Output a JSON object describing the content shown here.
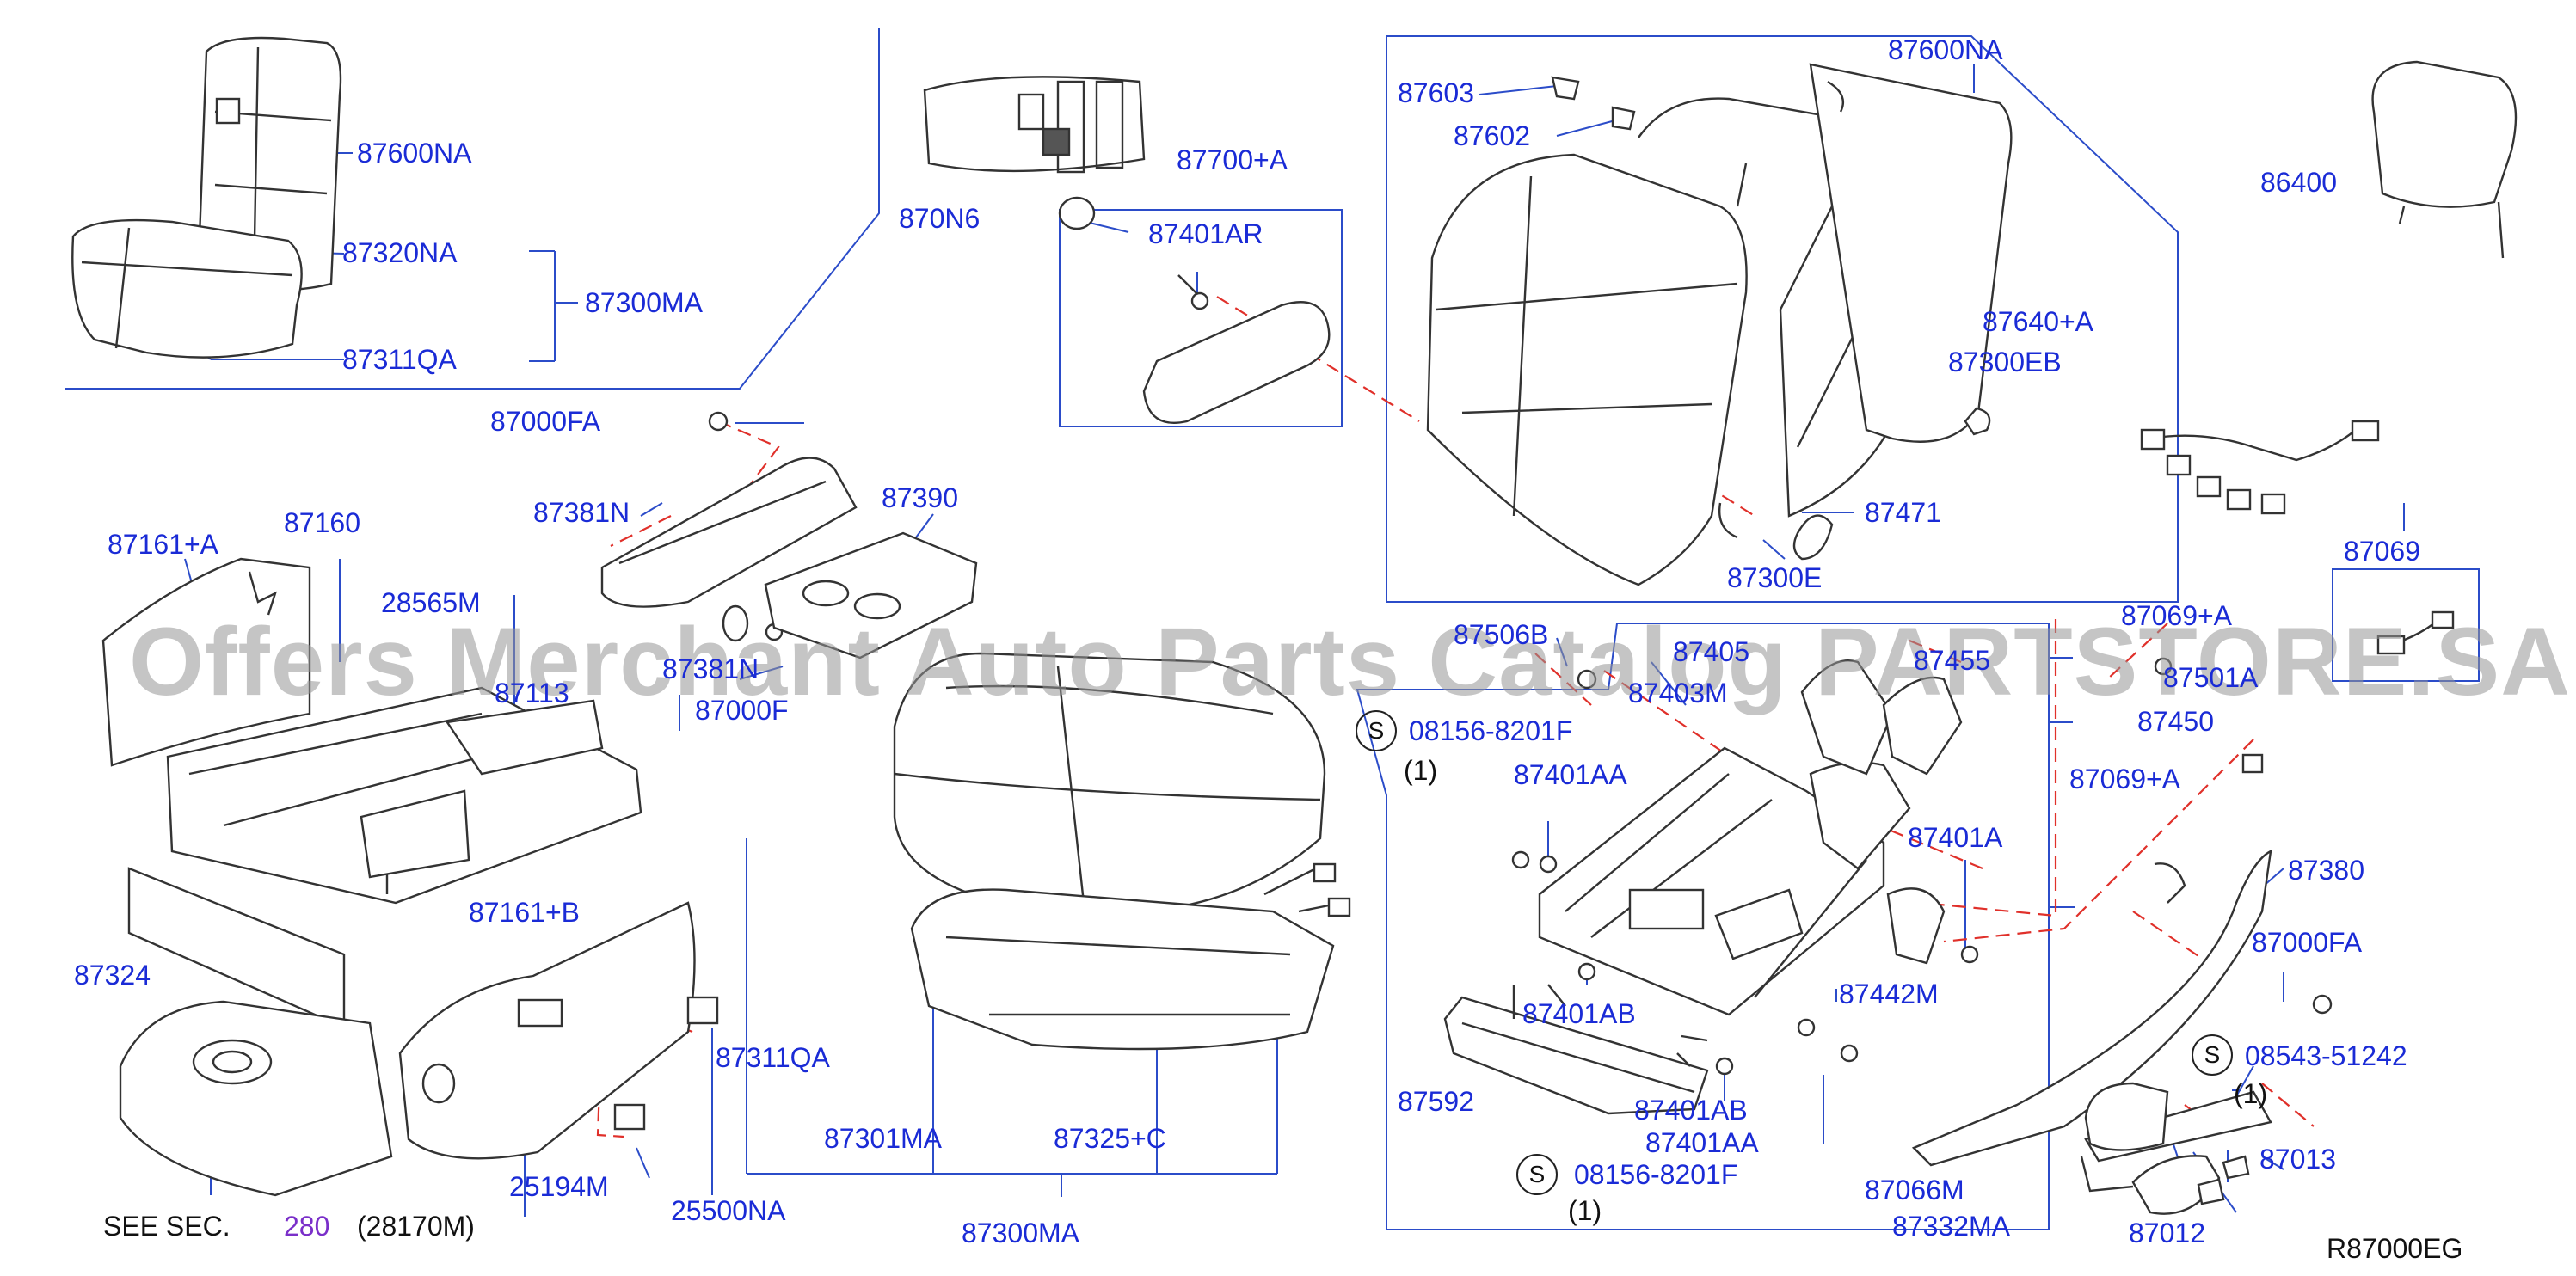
{
  "diagram": {
    "ref_code": "R87000EG",
    "watermark": "Offers Merchant Auto Parts Catalog PARTSTORE.SA",
    "colors": {
      "label": "#1a2bd6",
      "leader": "#2b4cc9",
      "dash": "#e0302a",
      "line": "#333333",
      "watermark": "#969696"
    },
    "see_section": {
      "prefix": "SEE   SEC.",
      "number": "280",
      "suffix": "(28170M)"
    },
    "s_symbol": "S",
    "qty": "(1)",
    "parts": [
      "87600NA",
      "87320NA",
      "87300MA",
      "87311QA",
      "870N6",
      "87700+A",
      "87401AR",
      "87603",
      "87602",
      "87600NA",
      "86400",
      "87640+A",
      "87300EB",
      "87471",
      "87300E",
      "87069",
      "87000FA",
      "87381N",
      "87390",
      "87161+A",
      "87160",
      "28565M",
      "87113",
      "87381N",
      "87000F",
      "87506B",
      "87405",
      "87403M",
      "87455",
      "87501A",
      "87069+A",
      "87069+A",
      "87450",
      "08156-8201F",
      "87401AA",
      "87401A",
      "87161+B",
      "87324",
      "87380",
      "87000FA",
      "87401AB",
      "87442M",
      "08543-51242",
      "87311QA",
      "87592",
      "87401AB",
      "87401AA",
      "87301MA",
      "87325+C",
      "87013",
      "25194M",
      "25500NA",
      "08156-8201F",
      "87066M",
      "87332MA",
      "87012",
      "87300MA"
    ]
  }
}
